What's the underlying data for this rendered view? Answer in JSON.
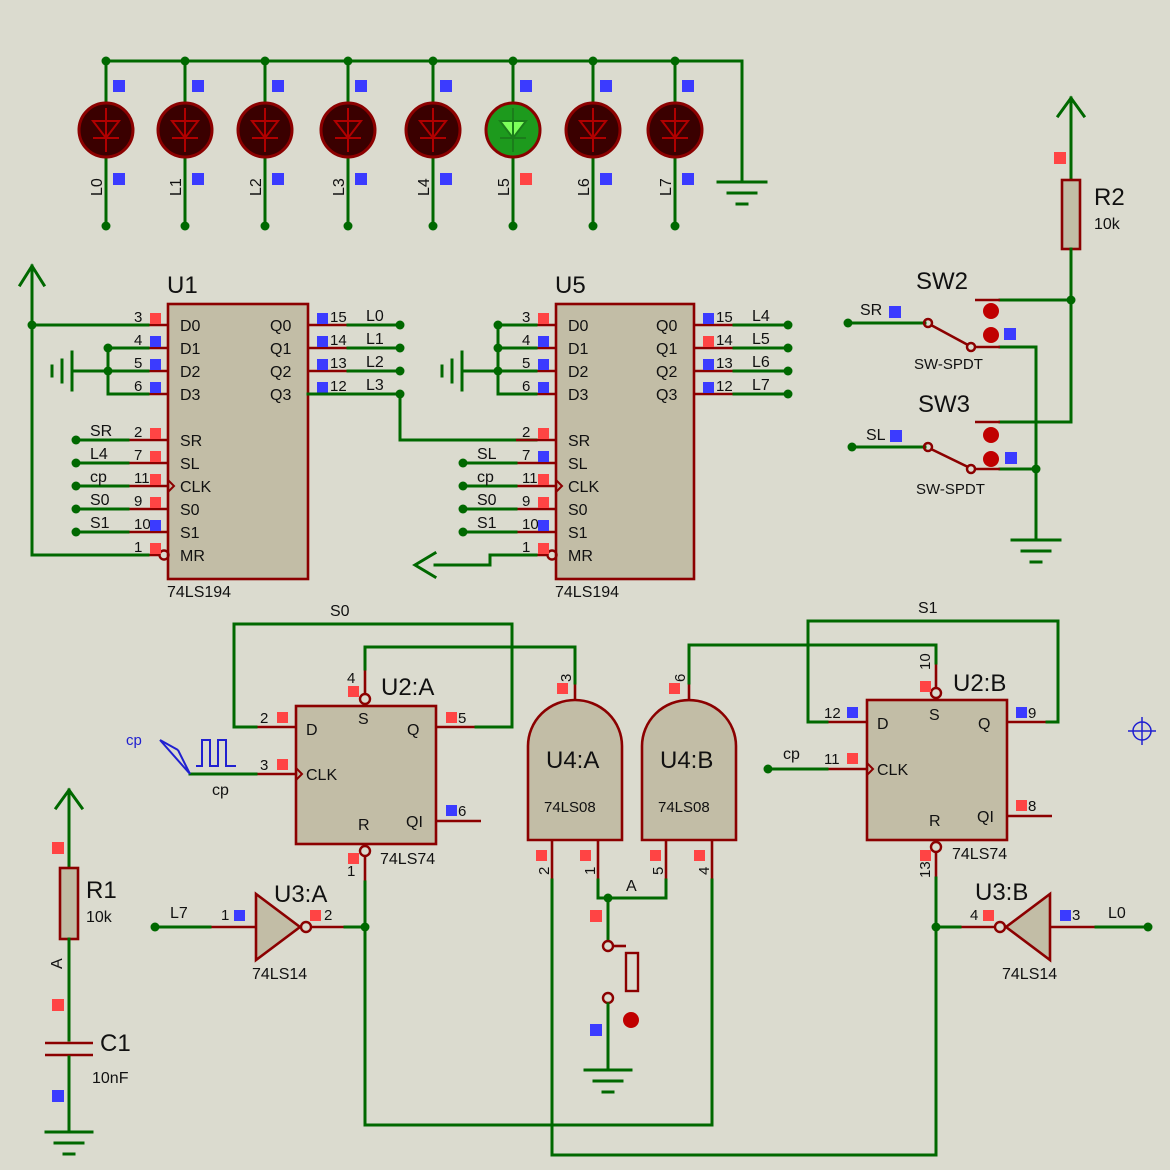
{
  "colors": {
    "background": "#dbdbcf",
    "wire": "#006800",
    "component_outline": "#8b0000",
    "component_fill": "#c2bda6",
    "led_off": "#3a0000",
    "led_on": "#1d9a1d",
    "pin_low_marker": "#3b3bff",
    "pin_high_marker": "#ff4444"
  },
  "leds": [
    {
      "label": "L0",
      "state": "off"
    },
    {
      "label": "L1",
      "state": "off"
    },
    {
      "label": "L2",
      "state": "off"
    },
    {
      "label": "L3",
      "state": "off"
    },
    {
      "label": "L4",
      "state": "off"
    },
    {
      "label": "L5",
      "state": "on"
    },
    {
      "label": "L6",
      "state": "off"
    },
    {
      "label": "L7",
      "state": "off"
    }
  ],
  "u1": {
    "name": "U1",
    "part": "74LS194",
    "left_pins": [
      {
        "num": "3",
        "name": "D0",
        "net": ""
      },
      {
        "num": "4",
        "name": "D1",
        "net": ""
      },
      {
        "num": "5",
        "name": "D2",
        "net": ""
      },
      {
        "num": "6",
        "name": "D3",
        "net": ""
      },
      {
        "num": "2",
        "name": "SR",
        "net": "SR"
      },
      {
        "num": "7",
        "name": "SL",
        "net": "L4"
      },
      {
        "num": "11",
        "name": "CLK",
        "net": "cp"
      },
      {
        "num": "9",
        "name": "S0",
        "net": "S0"
      },
      {
        "num": "10",
        "name": "S1",
        "net": "S1"
      },
      {
        "num": "1",
        "name": "MR",
        "net": ""
      }
    ],
    "right_pins": [
      {
        "num": "15",
        "name": "Q0",
        "net": "L0"
      },
      {
        "num": "14",
        "name": "Q1",
        "net": "L1"
      },
      {
        "num": "13",
        "name": "Q2",
        "net": "L2"
      },
      {
        "num": "12",
        "name": "Q3",
        "net": "L3"
      }
    ]
  },
  "u5": {
    "name": "U5",
    "part": "74LS194",
    "left_pins": [
      {
        "num": "3",
        "name": "D0",
        "net": ""
      },
      {
        "num": "4",
        "name": "D1",
        "net": ""
      },
      {
        "num": "5",
        "name": "D2",
        "net": ""
      },
      {
        "num": "6",
        "name": "D3",
        "net": ""
      },
      {
        "num": "2",
        "name": "SR",
        "net": ""
      },
      {
        "num": "7",
        "name": "SL",
        "net": "SL"
      },
      {
        "num": "11",
        "name": "CLK",
        "net": "cp"
      },
      {
        "num": "9",
        "name": "S0",
        "net": "S0"
      },
      {
        "num": "10",
        "name": "S1",
        "net": "S1"
      },
      {
        "num": "1",
        "name": "MR",
        "net": ""
      }
    ],
    "right_pins": [
      {
        "num": "15",
        "name": "Q0",
        "net": "L4"
      },
      {
        "num": "14",
        "name": "Q1",
        "net": "L5"
      },
      {
        "num": "13",
        "name": "Q2",
        "net": "L6"
      },
      {
        "num": "12",
        "name": "Q3",
        "net": "L7"
      }
    ]
  },
  "r2": {
    "name": "R2",
    "value": "10k"
  },
  "sw2": {
    "name": "SW2",
    "type": "SW-SPDT",
    "net": "SR"
  },
  "sw3": {
    "name": "SW3",
    "type": "SW-SPDT",
    "net": "SL"
  },
  "u2a": {
    "name": "U2:A",
    "part": "74LS74",
    "pin_d": "D",
    "pin_clk": "CLK",
    "pin_q": "Q",
    "pin_qi": "QI",
    "pin_s": "S",
    "pin_r": "R",
    "num_d": "2",
    "num_clk": "3",
    "num_q": "5",
    "num_qi": "6",
    "num_s": "4",
    "num_r": "1"
  },
  "u2b": {
    "name": "U2:B",
    "part": "74LS74",
    "pin_d": "D",
    "pin_clk": "CLK",
    "pin_q": "Q",
    "pin_qi": "QI",
    "pin_s": "S",
    "pin_r": "R",
    "num_d": "12",
    "num_clk": "11",
    "num_q": "9",
    "num_qi": "8",
    "num_s": "10",
    "num_r": "13"
  },
  "u4a": {
    "name": "U4:A",
    "part": "74LS08",
    "in1": "2",
    "in2": "1",
    "out": "3"
  },
  "u4b": {
    "name": "U4:B",
    "part": "74LS08",
    "in1": "5",
    "in2": "4",
    "out": "6"
  },
  "u3a": {
    "name": "U3:A",
    "part": "74LS14",
    "in": "1",
    "out": "2",
    "net": "L7"
  },
  "u3b": {
    "name": "U3:B",
    "part": "74LS14",
    "in": "3",
    "out": "4",
    "net": "L0"
  },
  "r1": {
    "name": "R1",
    "value": "10k"
  },
  "c1": {
    "name": "C1",
    "value": "10nF"
  },
  "nets": {
    "s0": "S0",
    "s1": "S1",
    "cp": "cp",
    "a": "A",
    "a_vert": "A"
  }
}
